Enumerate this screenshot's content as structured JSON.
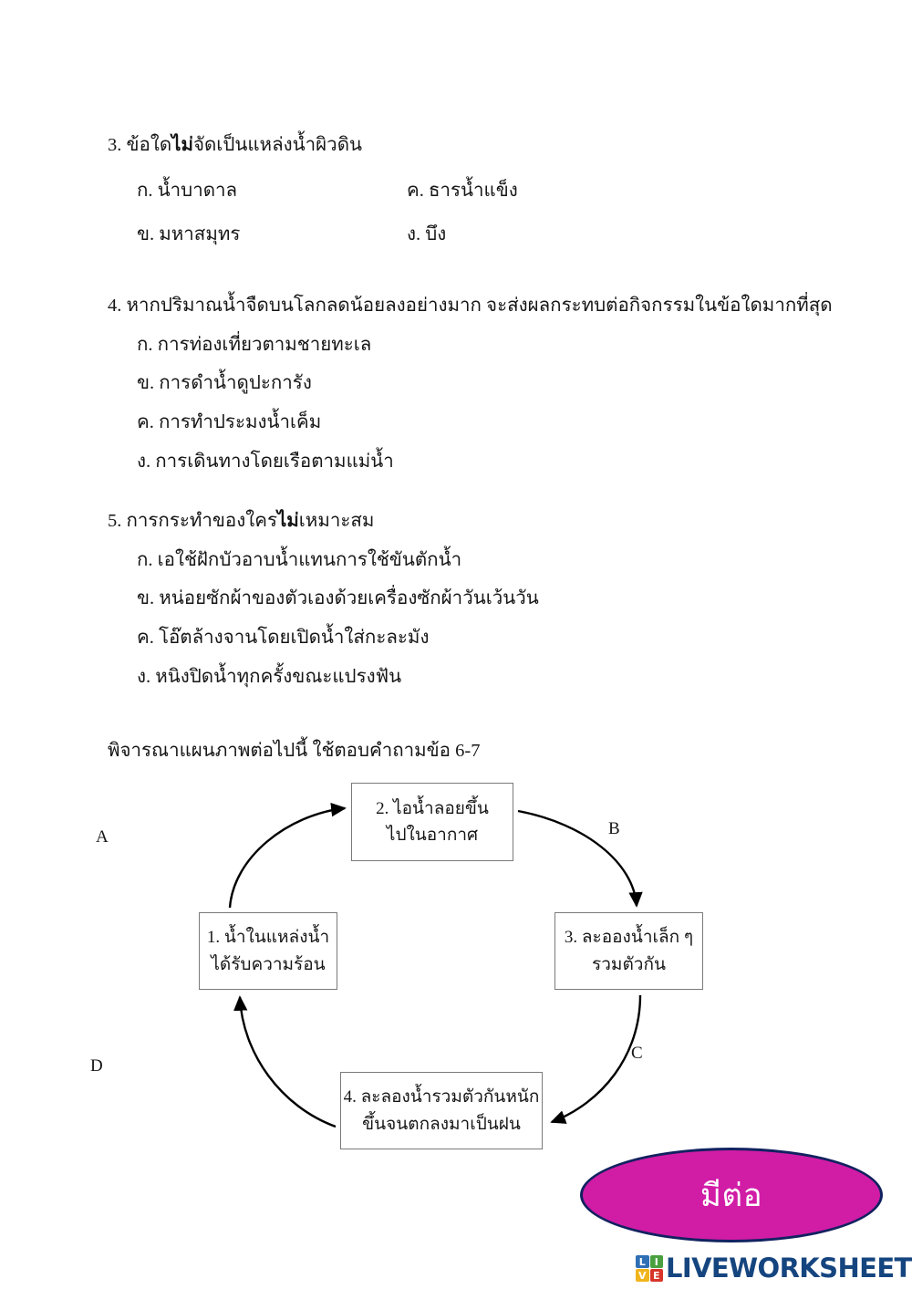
{
  "document": {
    "type": "thai-science-worksheet",
    "background_color": "#ffffff"
  },
  "questions": [
    {
      "id": "q3",
      "number": "3.",
      "stem_before": "ข้อใด",
      "stem_negation": "ไม่",
      "stem_after": "จัดเป็นแหล่งน้ำผิวดิน",
      "stem_full": "3. ข้อใดไม่จัดเป็นแหล่งน้ำผิวดิน",
      "layout": "two-column",
      "choices": [
        {
          "key": "ก.",
          "label": "ก. น้ำบาดาล"
        },
        {
          "key": "ค.",
          "label": "ค. ธารน้ำแข็ง"
        },
        {
          "key": "ข.",
          "label": "ข. มหาสมุทร"
        },
        {
          "key": "ง.",
          "label": "ง. บึง"
        }
      ]
    },
    {
      "id": "q4",
      "number": "4.",
      "stem_before": "หากปริมาณน้ำจืดบนโลกลดน้อยลงอย่างมาก จะส่งผลกระทบต่อกิจกรรมในข้อใดมากที่สุด",
      "stem_negation": "",
      "stem_after": "",
      "stem_full": "4. หากปริมาณน้ำจืดบนโลกลดน้อยลงอย่างมาก จะส่งผลกระทบต่อกิจกรรมในข้อใดมากที่สุด",
      "layout": "single-column",
      "choices": [
        {
          "key": "ก.",
          "label": "ก. การท่องเที่ยวตามชายทะเล"
        },
        {
          "key": "ข.",
          "label": "ข. การดำน้ำดูปะการัง"
        },
        {
          "key": "ค.",
          "label": "ค. การทำประมงน้ำเค็ม"
        },
        {
          "key": "ง.",
          "label": "ง. การเดินทางโดยเรือตามแม่น้ำ"
        }
      ]
    },
    {
      "id": "q5",
      "number": "5.",
      "stem_before": "การกระทำของใคร",
      "stem_negation": "ไม่",
      "stem_after": "เหมาะสม",
      "stem_full": "5. การกระทำของใครไม่เหมาะสม",
      "layout": "single-column",
      "choices": [
        {
          "key": "ก.",
          "label": "ก. เอใช้ฝักบัวอาบน้ำแทนการใช้ขันตักน้ำ"
        },
        {
          "key": "ข.",
          "label": "ข. หน่อยซักผ้าของตัวเองด้วยเครื่องซักผ้าวันเว้นวัน"
        },
        {
          "key": "ค.",
          "label": "ค. โอ๊ตล้างจานโดยเปิดน้ำใส่กะละมัง"
        },
        {
          "key": "ง.",
          "label": "ง. หนิงปิดน้ำทุกครั้งขณะแปรงฟัน"
        }
      ]
    }
  ],
  "diagram_instruction": "พิจารณาแผนภาพต่อไปนี้ ใช้ตอบคำถามข้อ 6-7",
  "cycle_diagram": {
    "title": "water-cycle-diagram",
    "boxes": [
      {
        "id": "box1",
        "position": "left",
        "line1": "1. น้ำในแหล่งน้ำ",
        "line2": "ได้รับความร้อน"
      },
      {
        "id": "box2",
        "position": "top",
        "line1": "2. ไอน้ำลอยขึ้น",
        "line2": "ไปในอากาศ"
      },
      {
        "id": "box3",
        "position": "right",
        "line1": "3. ละอองน้ำเล็ก ๆ",
        "line2": "รวมตัวกัน"
      },
      {
        "id": "box4",
        "position": "bottom",
        "line1": "4. ละลองน้ำรวมตัวกันหนัก",
        "line2": "ขึ้นจนตกลงมาเป็นฝน"
      }
    ],
    "arrow_labels": [
      {
        "id": "A",
        "label": "A",
        "from": "box1",
        "to": "box2"
      },
      {
        "id": "B",
        "label": "B",
        "from": "box2",
        "to": "box3"
      },
      {
        "id": "C",
        "label": "C",
        "from": "box3",
        "to": "box4"
      },
      {
        "id": "D",
        "label": "D",
        "from": "box4",
        "to": "box1"
      }
    ],
    "arrow_color": "#000000",
    "box_border_color": "#7a7a7a"
  },
  "continue_badge": {
    "label": "มีต่อ",
    "fill_color": "#d11ca6",
    "border_color": "#122260",
    "text_color": "#ffffff"
  },
  "footer_logo": {
    "wordmark": "LIVEWORKSHEETS",
    "wordmark_color": "#15457f",
    "tiles": [
      {
        "letter": "L",
        "color": "#2f6fb5"
      },
      {
        "letter": "I",
        "color": "#4aa03f"
      },
      {
        "letter": "V",
        "color": "#f0b51c"
      },
      {
        "letter": "E",
        "color": "#d8352a"
      }
    ]
  }
}
